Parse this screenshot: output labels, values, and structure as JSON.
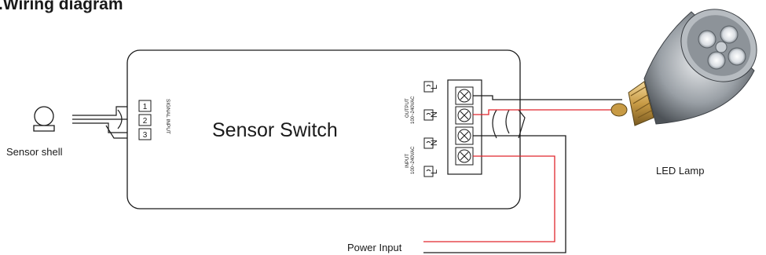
{
  "title": ".Wiring diagram",
  "device": {
    "name": "Sensor Switch",
    "signal_input_label": "SIGNAL  INPUT",
    "signal_terminals": [
      "1",
      "2",
      "3"
    ],
    "output_label": "OUTPUT",
    "output_voltage": "100~240VAC",
    "input_label": "INPUT",
    "input_voltage": "100~240VAC",
    "terminal_letters": [
      "L",
      "N",
      "N",
      "L"
    ]
  },
  "sensor": {
    "label": "Sensor shell"
  },
  "lamp": {
    "label": "LED Lamp"
  },
  "power": {
    "label": "Power Input"
  },
  "colors": {
    "line": "#1a1a1a",
    "live_wire": "#e0262c",
    "lamp_body": "#9aa0a6",
    "lamp_base": "#c89b45"
  }
}
